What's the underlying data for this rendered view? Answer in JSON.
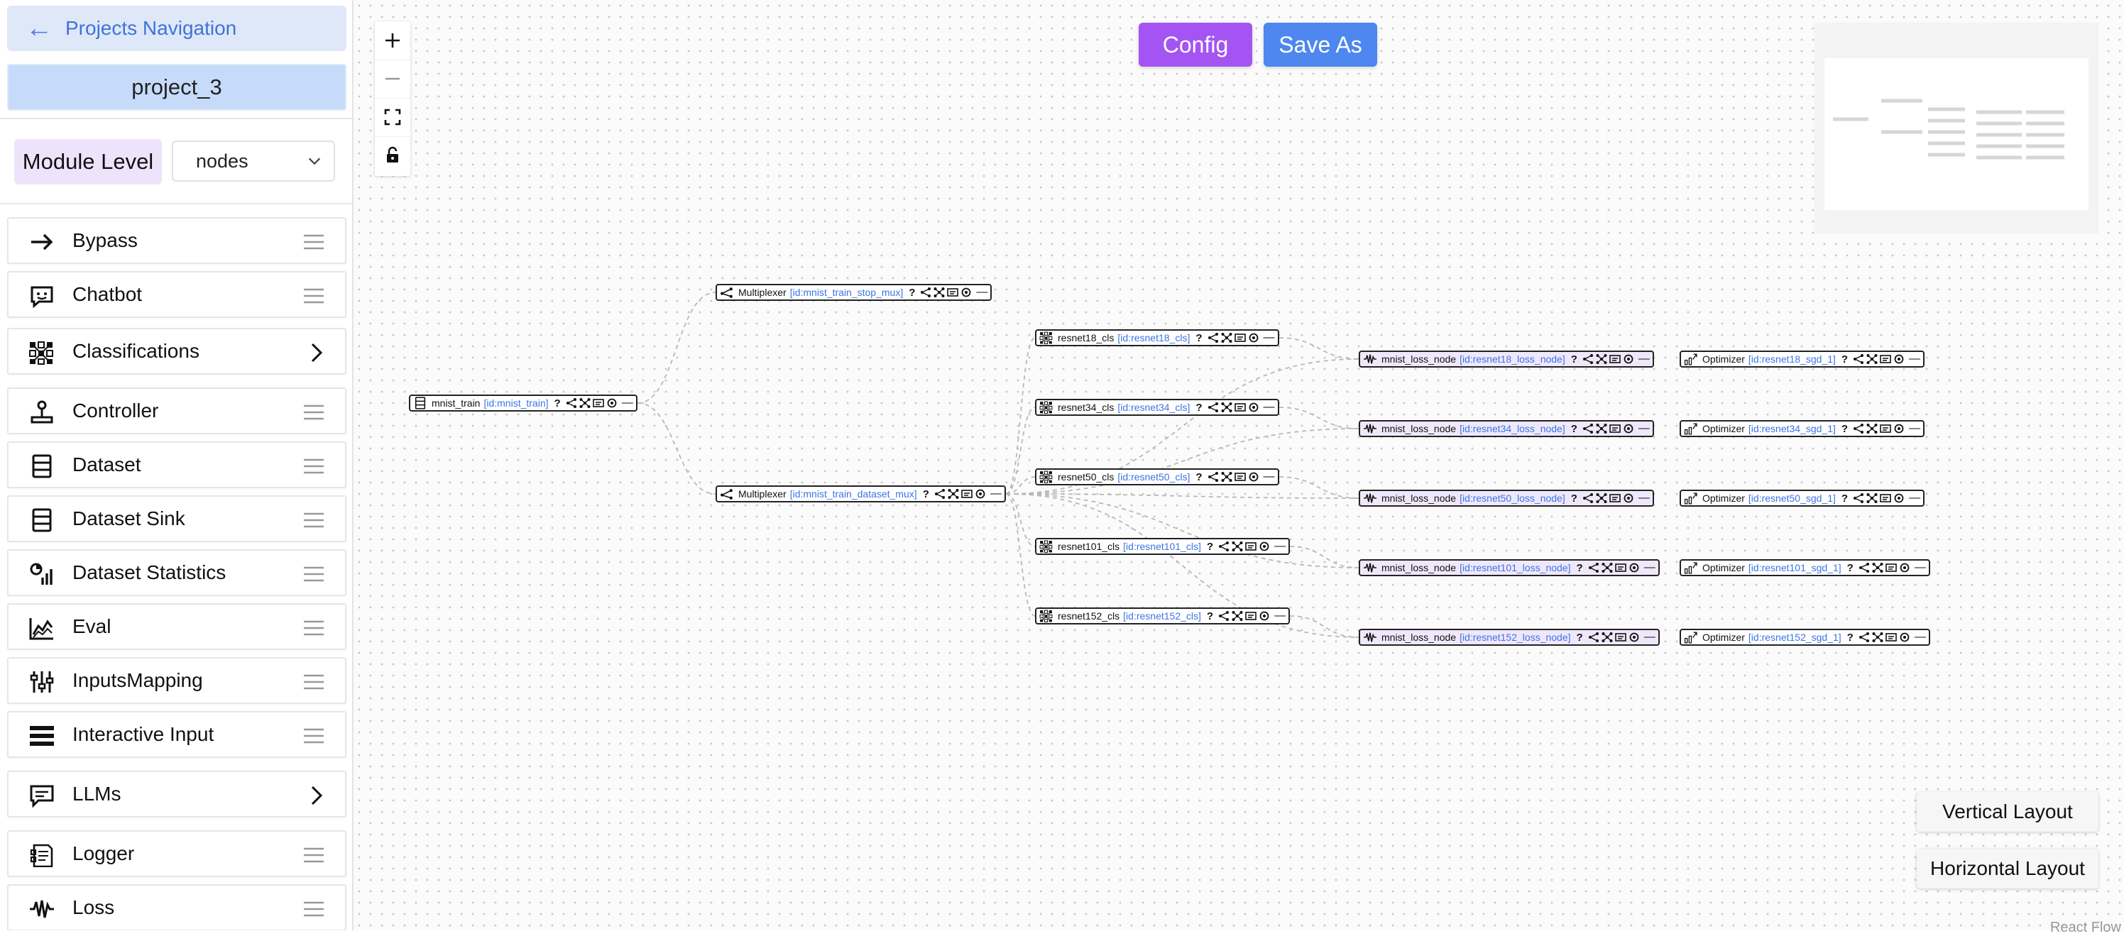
{
  "sidebar": {
    "nav_back_label": "Projects Navigation",
    "project_name": "project_3",
    "module_level_label": "Module Level",
    "module_select_value": "nodes",
    "items": [
      {
        "label": "Bypass",
        "icon": "arrow-right-icon",
        "expandable": false
      },
      {
        "label": "Chatbot",
        "icon": "chatbot-icon",
        "expandable": false
      },
      {
        "label": "Classifications",
        "icon": "classifications-icon",
        "expandable": true
      },
      {
        "label": "Controller",
        "icon": "joystick-icon",
        "expandable": false
      },
      {
        "label": "Dataset",
        "icon": "dataset-icon",
        "expandable": false
      },
      {
        "label": "Dataset Sink",
        "icon": "dataset-sink-icon",
        "expandable": false
      },
      {
        "label": "Dataset Statistics",
        "icon": "statistics-icon",
        "expandable": false
      },
      {
        "label": "Eval",
        "icon": "eval-chart-icon",
        "expandable": false
      },
      {
        "label": "InputsMapping",
        "icon": "sliders-icon",
        "expandable": false
      },
      {
        "label": "Interactive Input",
        "icon": "lines-icon",
        "expandable": false
      },
      {
        "label": "LLMs",
        "icon": "llm-chat-icon",
        "expandable": true
      },
      {
        "label": "Logger",
        "icon": "logger-icon",
        "expandable": false
      },
      {
        "label": "Loss",
        "icon": "waveform-icon",
        "expandable": false
      }
    ]
  },
  "toolbar": {
    "config_label": "Config",
    "save_as_label": "Save As",
    "vertical_layout_label": "Vertical Layout",
    "horizontal_layout_label": "Horizontal Layout"
  },
  "attribution": "React Flow",
  "colors": {
    "config_button": "#a454f2",
    "save_as_button": "#4d87ef",
    "nav_back_bg": "#dfe8f9",
    "project_bg": "#c6dbfa",
    "module_level_bg": "#efe3fb",
    "loss_node_bg": "#efe8fb",
    "node_id_text": "#3b74e6"
  },
  "graph": {
    "nodes": [
      {
        "key": "mnist_train",
        "name": "mnist_train",
        "id_label": "[id:mnist_train]",
        "icon": "dataset-icon",
        "kind": "dataset"
      },
      {
        "key": "stop_mux",
        "name": "Multiplexer",
        "id_label": "[id:mnist_train_stop_mux]",
        "icon": "multiplexer-icon",
        "kind": "mux"
      },
      {
        "key": "dataset_mux",
        "name": "Multiplexer",
        "id_label": "[id:mnist_train_dataset_mux]",
        "icon": "multiplexer-icon",
        "kind": "mux"
      },
      {
        "key": "r18",
        "name": "resnet18_cls",
        "id_label": "[id:resnet18_cls]",
        "icon": "classifications-icon",
        "kind": "cls"
      },
      {
        "key": "r34",
        "name": "resnet34_cls",
        "id_label": "[id:resnet34_cls]",
        "icon": "classifications-icon",
        "kind": "cls"
      },
      {
        "key": "r50",
        "name": "resnet50_cls",
        "id_label": "[id:resnet50_cls]",
        "icon": "classifications-icon",
        "kind": "cls"
      },
      {
        "key": "r101",
        "name": "resnet101_cls",
        "id_label": "[id:resnet101_cls]",
        "icon": "classifications-icon",
        "kind": "cls"
      },
      {
        "key": "r152",
        "name": "resnet152_cls",
        "id_label": "[id:resnet152_cls]",
        "icon": "classifications-icon",
        "kind": "cls"
      },
      {
        "key": "l18",
        "name": "mnist_loss_node",
        "id_label": "[id:resnet18_loss_node]",
        "icon": "waveform-icon",
        "kind": "loss"
      },
      {
        "key": "l34",
        "name": "mnist_loss_node",
        "id_label": "[id:resnet34_loss_node]",
        "icon": "waveform-icon",
        "kind": "loss"
      },
      {
        "key": "l50",
        "name": "mnist_loss_node",
        "id_label": "[id:resnet50_loss_node]",
        "icon": "waveform-icon",
        "kind": "loss"
      },
      {
        "key": "l101",
        "name": "mnist_loss_node",
        "id_label": "[id:resnet101_loss_node]",
        "icon": "waveform-icon",
        "kind": "loss"
      },
      {
        "key": "l152",
        "name": "mnist_loss_node",
        "id_label": "[id:resnet152_loss_node]",
        "icon": "waveform-icon",
        "kind": "loss"
      },
      {
        "key": "o18",
        "name": "Optimizer",
        "id_label": "[id:resnet18_sgd_1]",
        "icon": "optimizer-icon",
        "kind": "opt"
      },
      {
        "key": "o34",
        "name": "Optimizer",
        "id_label": "[id:resnet34_sgd_1]",
        "icon": "optimizer-icon",
        "kind": "opt"
      },
      {
        "key": "o50",
        "name": "Optimizer",
        "id_label": "[id:resnet50_sgd_1]",
        "icon": "optimizer-icon",
        "kind": "opt"
      },
      {
        "key": "o101",
        "name": "Optimizer",
        "id_label": "[id:resnet101_sgd_1]",
        "icon": "optimizer-icon",
        "kind": "opt"
      },
      {
        "key": "o152",
        "name": "Optimizer",
        "id_label": "[id:resnet152_sgd_1]",
        "icon": "optimizer-icon",
        "kind": "opt"
      }
    ],
    "edges": [
      [
        "mnist_train",
        "stop_mux"
      ],
      [
        "mnist_train",
        "dataset_mux"
      ],
      [
        "dataset_mux",
        "r18"
      ],
      [
        "dataset_mux",
        "r34"
      ],
      [
        "dataset_mux",
        "r50"
      ],
      [
        "dataset_mux",
        "r101"
      ],
      [
        "dataset_mux",
        "r152"
      ],
      [
        "dataset_mux",
        "l18"
      ],
      [
        "dataset_mux",
        "l34"
      ],
      [
        "dataset_mux",
        "l50"
      ],
      [
        "dataset_mux",
        "l101"
      ],
      [
        "dataset_mux",
        "l152"
      ],
      [
        "r18",
        "l18"
      ],
      [
        "r34",
        "l34"
      ],
      [
        "r50",
        "l50"
      ],
      [
        "r101",
        "l101"
      ],
      [
        "r152",
        "l152"
      ]
    ]
  }
}
